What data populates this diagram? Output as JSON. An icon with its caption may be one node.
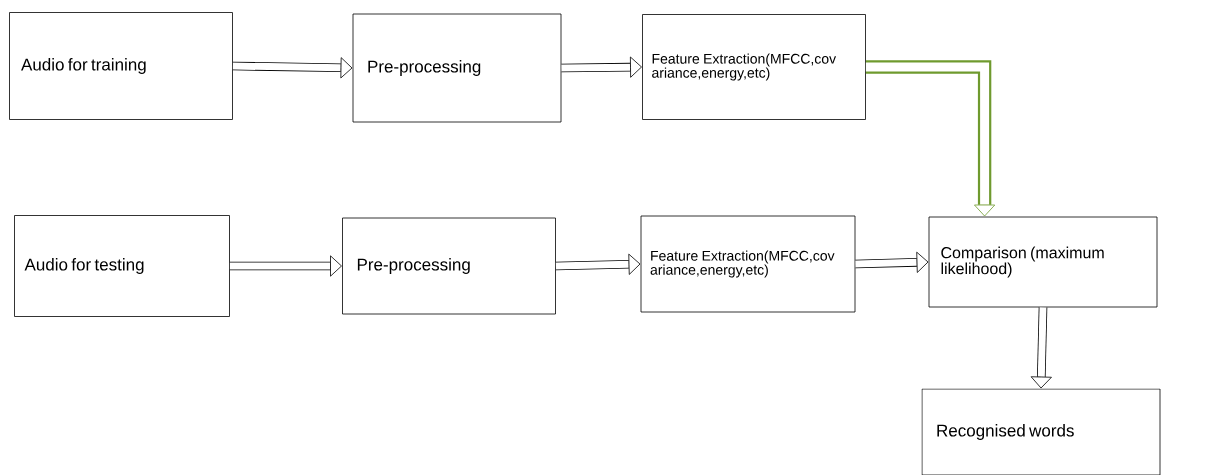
{
  "diagram": {
    "nodes": [
      {
        "text": [
          "Audio for training"
        ]
      },
      {
        "text": [
          "Pre-processing"
        ]
      },
      {
        "text": [
          "Feature Extraction(MFCC,cov ariance,energy,etc)"
        ]
      },
      {
        "text": [
          "Audio for testing"
        ]
      },
      {
        "text": [
          "Pre-processing"
        ]
      },
      {
        "text": [
          "Feature Extraction(MFCC,cov ariance,energy,etc)"
        ]
      },
      {
        "text": [
          "Comparison (maximum likelihood)"
        ]
      },
      {
        "text": [
          "Recognised words"
        ]
      }
    ],
    "edges": [
      {
        "from": 0,
        "to": 1,
        "arrow": "to"
      },
      {
        "from": 1,
        "to": 2,
        "arrow": "to"
      },
      {
        "from": 2,
        "to": 6,
        "arrow": "to",
        "color": "#6f9a2e"
      },
      {
        "from": 3,
        "to": 4,
        "arrow": "to"
      },
      {
        "from": 4,
        "to": 5,
        "arrow": "to"
      },
      {
        "from": 5,
        "to": 6,
        "arrow": "to"
      },
      {
        "from": 6,
        "to": 7,
        "arrow": "to"
      }
    ]
  }
}
